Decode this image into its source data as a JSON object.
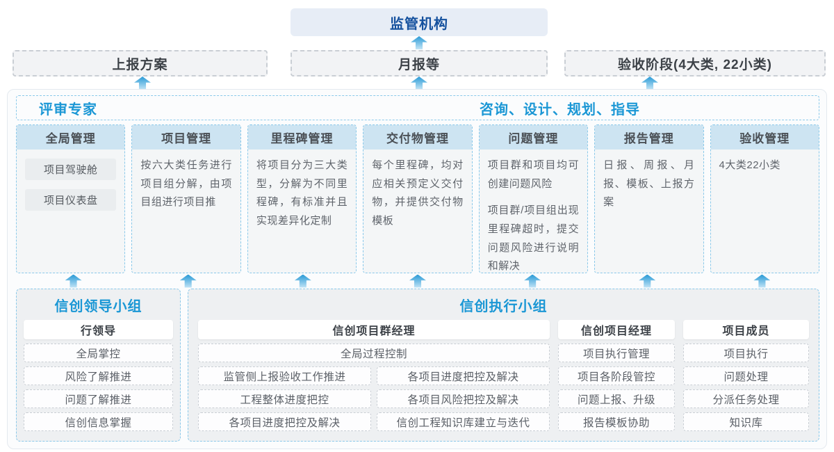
{
  "colors": {
    "accent_blue": "#1b97d5",
    "dark_blue": "#15519e",
    "dashed_border_blue": "#8ac9ea",
    "column_header_bg": "#cde4f2",
    "arrow_gradient_top": "#2a9ad6",
    "arrow_gradient_bottom": "#c3e5f6"
  },
  "top": {
    "regulator": "监管机构"
  },
  "report_row": {
    "plan": "上报方案",
    "monthly": "月报等",
    "acceptance": "验收阶段(4大类, 22小类)"
  },
  "band": {
    "experts": "评审专家",
    "consulting": "咨询、设计、规划、指导"
  },
  "columns": [
    {
      "title": "全局管理",
      "boxes": [
        "项目驾驶舱",
        "项目仪表盘"
      ]
    },
    {
      "title": "项目管理",
      "text": "按六大类任务进行项目组分解，由项目组进行项目推"
    },
    {
      "title": "里程碑管理",
      "text": "将项目分为三大类型，分解为不同里程碑，有标准并且实现差异化定制"
    },
    {
      "title": "交付物管理",
      "text": "每个里程碑，均对应相关预定义交付物，并提供交付物模板"
    },
    {
      "title": "问题管理",
      "paragraphs": [
        "项目群和项目均可创建问题风险",
        "项目群/项目组出现里程碑超时，提交问题风险进行说明和解决"
      ]
    },
    {
      "title": "报告管理",
      "text": "日报、周报、月报、模板、上报方案"
    },
    {
      "title": "验收管理",
      "text": "4大类22小类"
    }
  ],
  "bottom": {
    "leader_group": {
      "title": "信创领导小组",
      "role": "行领导",
      "items": [
        "全局掌控",
        "风险了解推进",
        "问题了解推进",
        "信创信息掌握"
      ]
    },
    "exec_group": {
      "title": "信创执行小组",
      "program_manager": {
        "role": "信创项目群经理",
        "full_item": "全局过程控制",
        "left_items": [
          "监管侧上报验收工作推进",
          "工程整体进度把控",
          "各项目进度把控及解决"
        ],
        "right_items": [
          "各项目进度把控及解决",
          "各项目风险把控及解决",
          "信创工程知识库建立与迭代"
        ]
      },
      "project_manager": {
        "role": "信创项目经理",
        "items": [
          "项目执行管理",
          "项目各阶段管控",
          "问题上报、升级",
          "报告模板协助"
        ]
      },
      "member": {
        "role": "项目成员",
        "items": [
          "项目执行",
          "问题处理",
          "分派任务处理",
          "知识库"
        ]
      }
    }
  }
}
